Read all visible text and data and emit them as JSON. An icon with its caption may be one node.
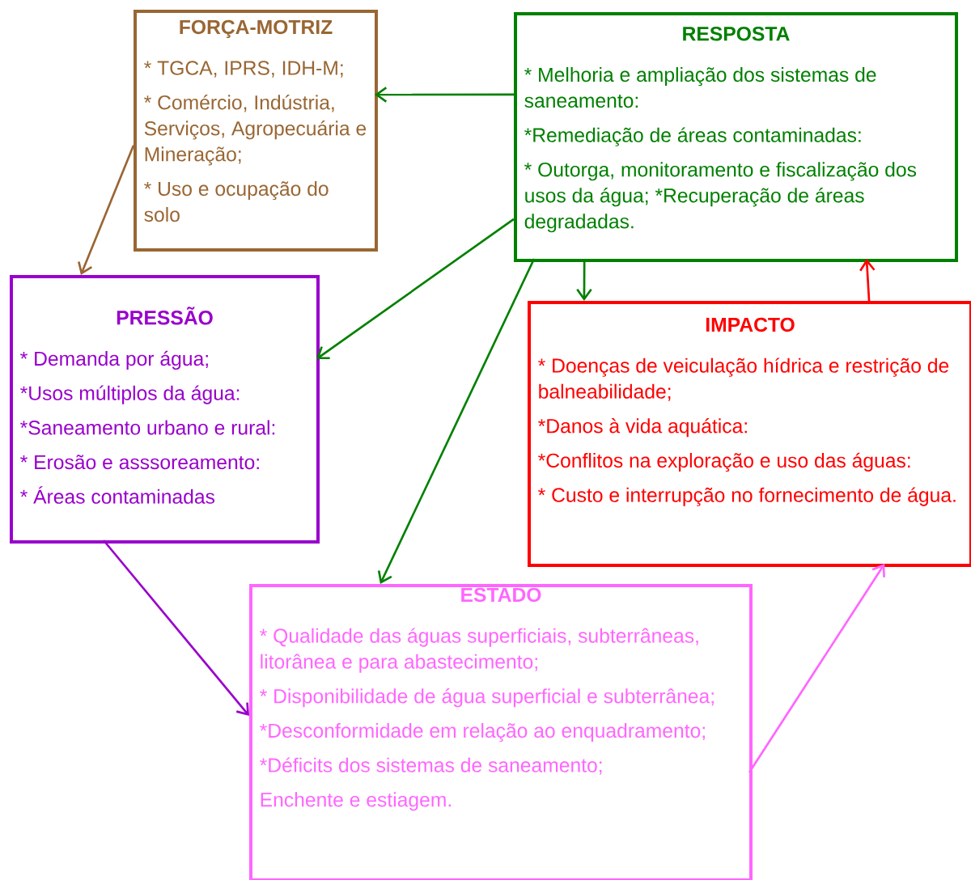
{
  "diagram": {
    "nodes": [
      {
        "text": [
          "FORÇA-MOTRIZ",
          "* TGCA, IPRS, IDH-M;",
          "* Comércio, Indústria, Serviços, Agropecuária e Mineração;",
          "* Uso e ocupação do solo"
        ]
      },
      {
        "text": [
          "RESPOSTA",
          "* Melhoria e ampliação dos sistemas de saneamento:",
          "*Remediação de áreas contaminadas:",
          "* Outorga, monitoramento e fiscalização dos usos da água; *Recuperação de áreas degradadas."
        ]
      },
      {
        "text": [
          "PRESSÃO",
          "* Demanda por água;",
          "*Usos múltiplos da água:",
          "*Saneamento urbano e rural:",
          "* Erosão e asssoreamento:",
          "* Áreas contaminadas"
        ]
      },
      {
        "text": [
          "IMPACTO",
          "* Doenças de veiculação hídrica e restrição de balneabilidade;",
          "*Danos à vida aquática:",
          "*Conflitos na exploração e uso das águas:",
          "* Custo e interrupção no fornecimento de água."
        ]
      },
      {
        "text": [
          "ESTADO",
          "* Qualidade das águas superficiais, subterrâneas, litorânea e para abastecimento;",
          "* Disponibilidade de água superficial e subterrânea;",
          "*Desconformidade em relação ao enquadramento;",
          "*Déficits dos sistemas de saneamento;",
          "Enchente e estiagem."
        ]
      }
    ],
    "edges": [
      {
        "from": 1,
        "to": 0,
        "arrow": "to"
      },
      {
        "from": 0,
        "to": 2,
        "arrow": "to",
        "color": "#996633"
      },
      {
        "from": 1,
        "to": 2,
        "arrow": "to"
      },
      {
        "from": 1,
        "to": 4,
        "arrow": "to"
      },
      {
        "from": 1,
        "to": 3,
        "arrow": "to"
      },
      {
        "from": 3,
        "to": 1,
        "arrow": "to",
        "color": "#ff0000"
      },
      {
        "from": 2,
        "to": 4,
        "arrow": "to",
        "color": "#9900cc"
      },
      {
        "from": 4,
        "to": 3,
        "arrow": "to",
        "color": "#ff66ff"
      }
    ]
  }
}
